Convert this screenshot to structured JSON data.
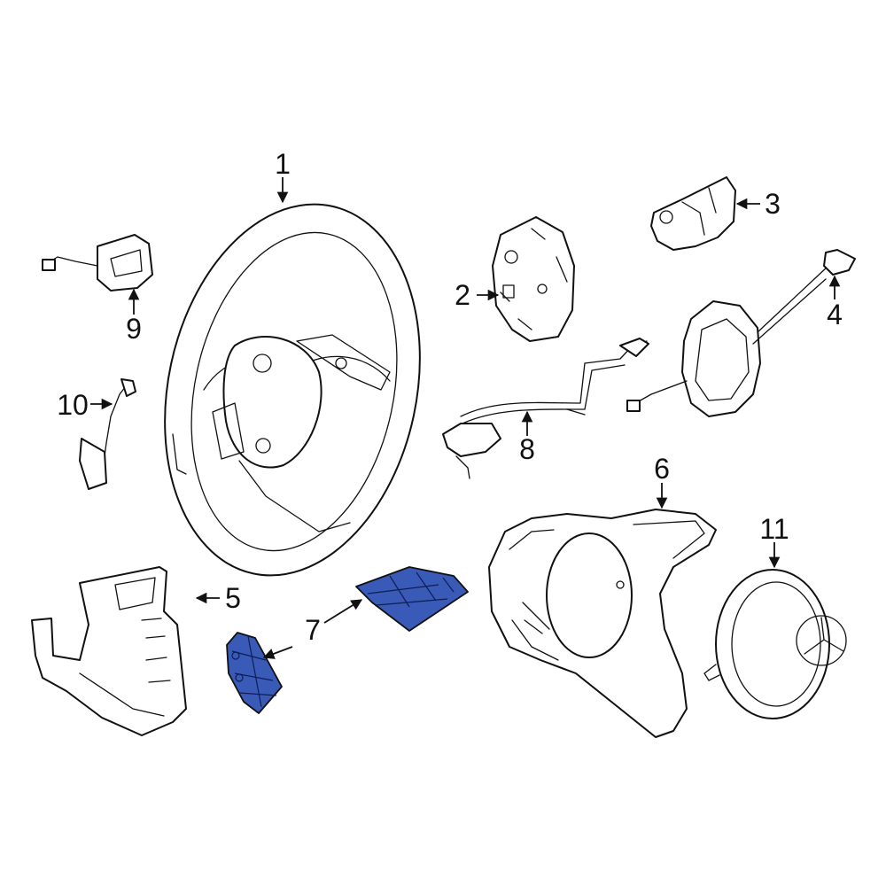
{
  "callouts": [
    {
      "id": "c1",
      "label": "1"
    },
    {
      "id": "c2",
      "label": "2"
    },
    {
      "id": "c3",
      "label": "3"
    },
    {
      "id": "c4",
      "label": "4"
    },
    {
      "id": "c5",
      "label": "5"
    },
    {
      "id": "c6",
      "label": "6"
    },
    {
      "id": "c7",
      "label": "7"
    },
    {
      "id": "c8",
      "label": "8"
    },
    {
      "id": "c9",
      "label": "9"
    },
    {
      "id": "c10",
      "label": "10"
    },
    {
      "id": "c11",
      "label": "11"
    }
  ],
  "colors": {
    "highlight": "#3a5ab8",
    "line": "#111111",
    "background": "#ffffff"
  }
}
